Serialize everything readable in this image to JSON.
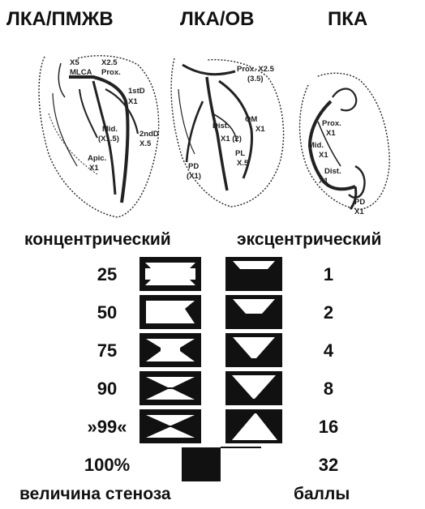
{
  "headers": [
    "ЛКА/ПМЖВ",
    "ЛКА/ОВ",
    "ПКА"
  ],
  "columns": {
    "concentric": "концентрический",
    "eccentric": "эксцентрический"
  },
  "footer": {
    "left": "величина стеноза",
    "right": "баллы"
  },
  "severity": [
    "25",
    "50",
    "75",
    "90",
    "»99«",
    "100%"
  ],
  "scores": [
    "1",
    "2",
    "4",
    "8",
    "16",
    "32"
  ],
  "annotations": {
    "lad": [
      "X5",
      "MLCA",
      "X2.5",
      "Prox.",
      "1stD",
      "X1",
      "Mid.",
      "(X1.5)",
      "2ndD",
      "X.5",
      "Apic.",
      "X1"
    ],
    "lcx": [
      "Prox. X2.5",
      "(3.5)",
      "Dist.",
      "OM",
      "X1",
      "X1 (2)",
      "PL",
      "X.5",
      "PD",
      "(X1)"
    ],
    "rca": [
      "Prox.",
      "X1",
      "Mid.",
      "X1",
      "Dist.",
      "X1",
      "PD",
      "X1"
    ]
  }
}
